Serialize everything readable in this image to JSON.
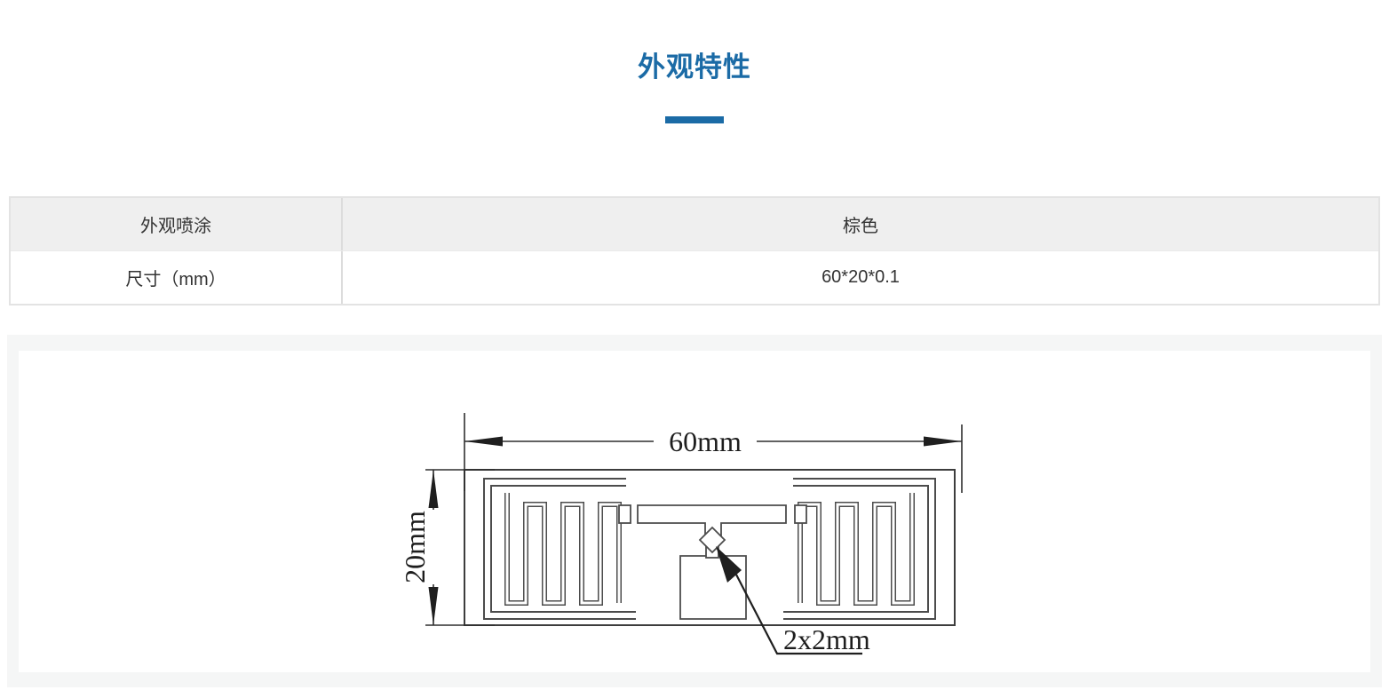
{
  "title": "外观特性",
  "colors": {
    "accent": "#1b6ba6",
    "table_header_bg": "#efefef",
    "drawing_line": "#4c4c4c"
  },
  "spec_table": {
    "rows": [
      {
        "label": "外观喷涂",
        "value": "棕色"
      },
      {
        "label": "尺寸（mm）",
        "value": "60*20*0.1"
      }
    ]
  },
  "diagram": {
    "width_label": "60mm",
    "height_label": "20mm",
    "chip_label": "2x2mm"
  }
}
